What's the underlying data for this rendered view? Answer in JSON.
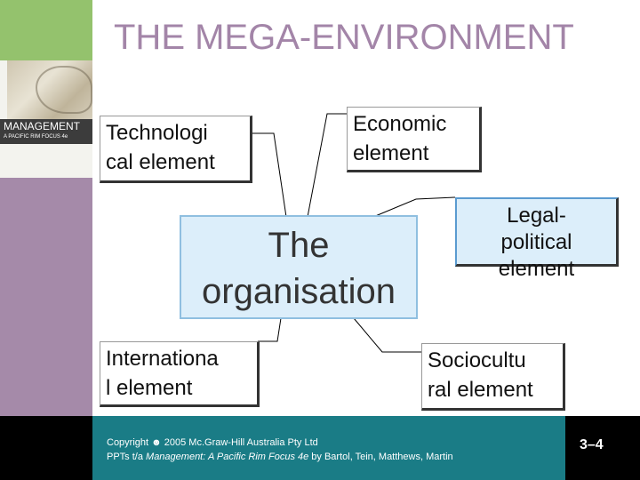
{
  "slide": {
    "title": "THE MEGA-ENVIRONMENT",
    "center_label_line1": "The",
    "center_label_line2": "organisation",
    "elements": {
      "technological": [
        "Technologi",
        "cal element"
      ],
      "economic": [
        "Economic",
        "element"
      ],
      "legal_political": [
        "Legal-",
        "political",
        "element"
      ],
      "international": [
        "Internationa",
        "l element"
      ],
      "sociocultural": [
        "Sociocultu",
        "ral element"
      ]
    }
  },
  "sidebar": {
    "book_title": "MANAGEMENT",
    "book_subtitle": "A PACIFIC RIM FOCUS 4e"
  },
  "footer": {
    "copyright_line": "Copyright ☻ 2005 Mc.Graw-Hill Australia Pty Ltd",
    "credit_prefix": "PPTs t/a ",
    "credit_book": "Management:  A Pacific Rim Focus 4e",
    "credit_suffix": " by Bartol, Tein, Matthews, Martin",
    "page_number": "3–4"
  },
  "colors": {
    "title": "#a385a8",
    "sidebar": "#a58aa9",
    "sidebar_top": "#94c26d",
    "footer_teal": "#1a7c86",
    "center_fill": "#dceefa"
  }
}
